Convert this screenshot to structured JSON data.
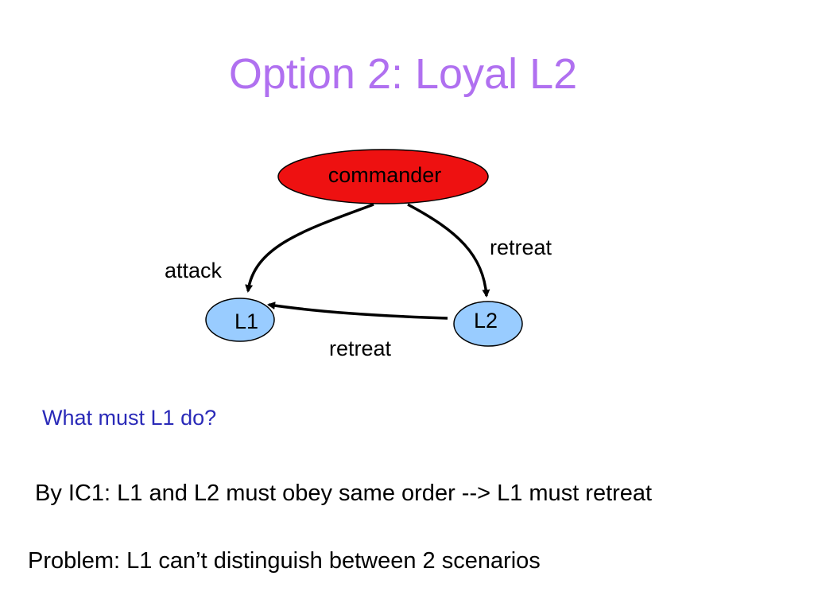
{
  "title": "Option 2: Loyal L2",
  "diagram": {
    "nodes": {
      "commander": {
        "label": "commander",
        "fill": "#ee1111"
      },
      "l1": {
        "label": "L1",
        "fill": "#99ccff"
      },
      "l2": {
        "label": "L2",
        "fill": "#99ccff"
      }
    },
    "edges": {
      "commander_to_l1": {
        "label": "attack"
      },
      "commander_to_l2": {
        "label": "retreat"
      },
      "l2_to_l1": {
        "label": "retreat"
      }
    }
  },
  "question": "What must L1 do?",
  "statement": "By IC1: L1 and L2 must obey same order --> L1 must retreat",
  "problem": "Problem: L1 can’t distinguish between 2 scenarios",
  "colors": {
    "title": "#b070f0",
    "question": "#2a2ab8"
  }
}
